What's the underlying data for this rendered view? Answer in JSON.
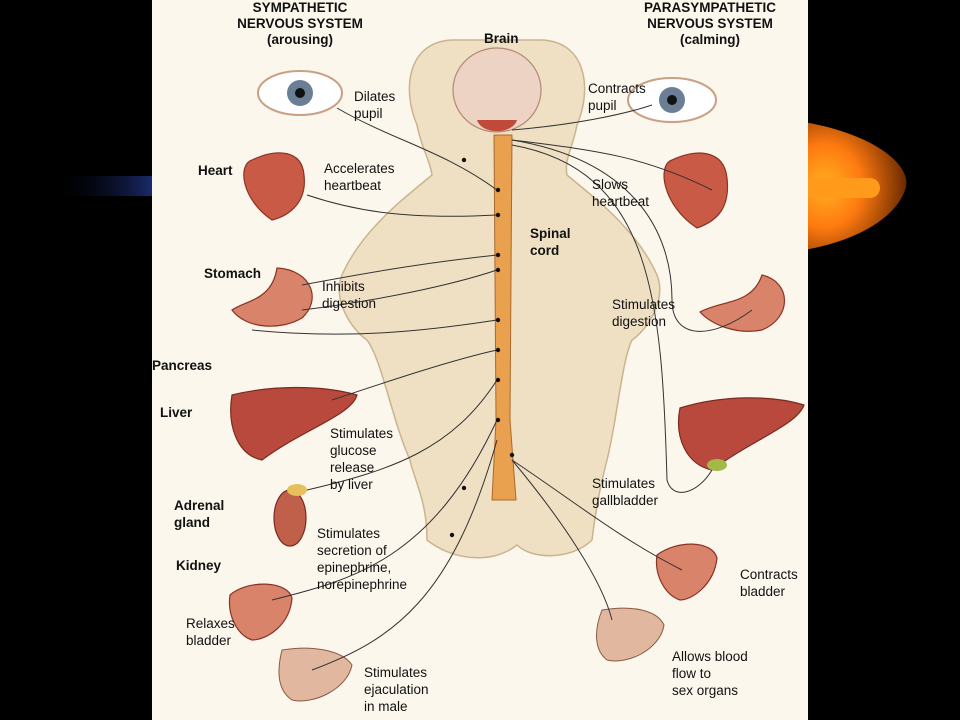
{
  "headers": {
    "sympathetic": "SYMPATHETIC\nNERVOUS SYSTEM\n(arousing)",
    "parasympathetic": "PARASYMPATHETIC\nNERVOUS SYSTEM\n(calming)"
  },
  "organs": {
    "brain": "Brain",
    "spinal_cord": "Spinal\ncord",
    "heart": "Heart",
    "stomach": "Stomach",
    "pancreas": "Pancreas",
    "liver": "Liver",
    "adrenal": "Adrenal\ngland",
    "kidney": "Kidney"
  },
  "sympathetic_effects": {
    "pupil": "Dilates\npupil",
    "heart": "Accelerates\nheartbeat",
    "digestion": "Inhibits\ndigestion",
    "glucose": "Stimulates\nglucose\nrelease\nby liver",
    "epinephrine": "Stimulates\nsecretion of\nepinephrine,\nnorepinephrine",
    "bladder": "Relaxes\nbladder",
    "ejaculation": "Stimulates\nejaculation\nin male"
  },
  "parasympathetic_effects": {
    "pupil": "Contracts\npupil",
    "heart": "Slows\nheartbeat",
    "digestion": "Stimulates\ndigestion",
    "gallbladder": "Stimulates\ngallbladder",
    "bladder": "Contracts\nbladder",
    "blood_flow": "Allows blood\nflow to\nsex organs"
  },
  "colors": {
    "background": "#000000",
    "panel": "#fbf7ec",
    "skin": "#efe0c4",
    "organ": "#c95a45",
    "spine": "#e9a04f",
    "accent_glow": "#ff9a1a"
  }
}
